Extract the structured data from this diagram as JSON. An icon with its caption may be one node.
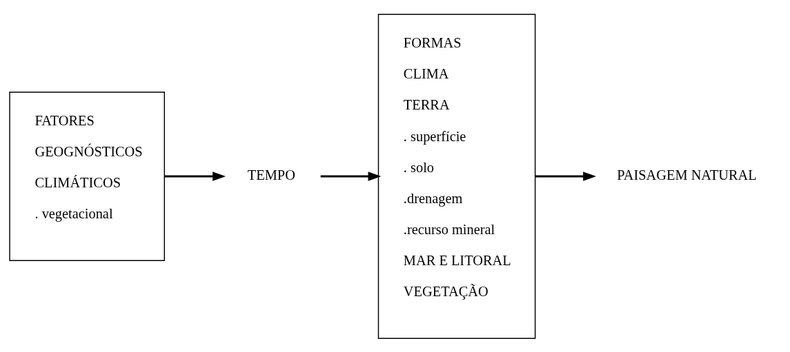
{
  "diagram": {
    "nodes": [
      {
        "text": [
          "FATORES",
          "GEOGNÓSTICOS",
          "CLIMÁTICOS",
          ". vegetacional"
        ]
      },
      {
        "text": [
          "TEMPO"
        ]
      },
      {
        "text": [
          "FORMAS",
          "CLIMA",
          "TERRA",
          ". superfície",
          ". solo",
          ".drenagem",
          ".recurso mineral",
          "MAR E LITORAL",
          "VEGETAÇÃO"
        ]
      },
      {
        "text": [
          "PAISAGEM NATURAL"
        ]
      }
    ],
    "edges": [
      {
        "from": 0,
        "to": 1,
        "arrow": "to"
      },
      {
        "from": 1,
        "to": 2,
        "arrow": "to"
      },
      {
        "from": 2,
        "to": 3,
        "arrow": "to"
      }
    ]
  }
}
